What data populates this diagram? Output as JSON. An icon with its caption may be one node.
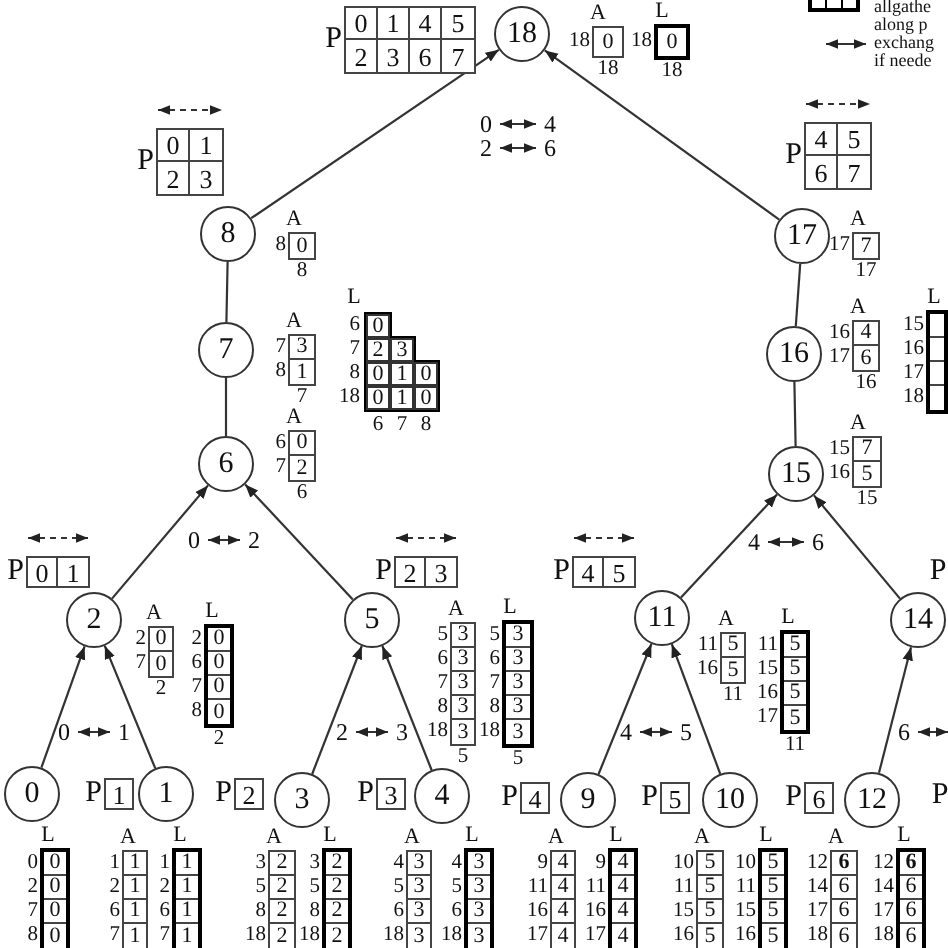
{
  "diagram": {
    "nodes": [
      {
        "text": [
          "18"
        ]
      },
      {
        "text": [
          "8"
        ]
      },
      {
        "text": [
          "17"
        ]
      },
      {
        "text": [
          "7"
        ]
      },
      {
        "text": [
          "16"
        ]
      },
      {
        "text": [
          "6"
        ]
      },
      {
        "text": [
          "15"
        ]
      },
      {
        "text": [
          "2"
        ]
      },
      {
        "text": [
          "5"
        ]
      },
      {
        "text": [
          "11"
        ]
      },
      {
        "text": [
          "14"
        ]
      },
      {
        "text": [
          "0"
        ]
      },
      {
        "text": [
          "1"
        ]
      },
      {
        "text": [
          "3"
        ]
      },
      {
        "text": [
          "4"
        ]
      },
      {
        "text": [
          "9"
        ]
      },
      {
        "text": [
          "10"
        ]
      },
      {
        "text": [
          "12"
        ]
      },
      {
        "text": [
          "0",
          "1",
          "4",
          "5",
          "2",
          "3",
          "6",
          "7"
        ],
        "beside": [
          "P"
        ]
      },
      {
        "text": [
          "0"
        ],
        "beside": [
          "A",
          "18",
          "18"
        ]
      },
      {
        "text": [
          "0"
        ],
        "beside": [
          "L",
          "18",
          "18"
        ]
      },
      {
        "text": [
          "0",
          "1",
          "2",
          "3"
        ],
        "beside": [
          "P"
        ]
      },
      {
        "text": [
          "0"
        ],
        "beside": [
          "A",
          "8",
          "8"
        ]
      },
      {
        "text": [
          "0",
          "2",
          "3",
          "0",
          "1",
          "0",
          "0",
          "1",
          "0"
        ],
        "beside": [
          "L",
          "6",
          "7",
          "8",
          "18",
          "6",
          "7",
          "8"
        ]
      },
      {
        "text": [
          "3",
          "1"
        ],
        "beside": [
          "A",
          "7",
          "8",
          "7"
        ]
      },
      {
        "text": [
          "0",
          "2"
        ],
        "beside": [
          "A",
          "6",
          "7",
          "6"
        ]
      },
      {
        "text": [
          "4",
          "5",
          "6",
          "7"
        ],
        "beside": [
          "P"
        ]
      },
      {
        "text": [
          "7"
        ],
        "beside": [
          "A",
          "17",
          "17"
        ]
      },
      {
        "text": [
          "4",
          "6"
        ],
        "beside": [
          "A",
          "16",
          "17",
          "16"
        ]
      },
      {
        "text": [],
        "shape": "box",
        "beside": [
          "L",
          "15",
          "16",
          "17",
          "18"
        ]
      },
      {
        "text": [
          "7",
          "5"
        ],
        "beside": [
          "A",
          "15",
          "16",
          "15"
        ]
      },
      {
        "text": [
          "0",
          "1"
        ],
        "beside": [
          "P"
        ]
      },
      {
        "text": [
          "2",
          "3"
        ],
        "beside": [
          "P"
        ]
      },
      {
        "text": [
          "4",
          "5"
        ],
        "beside": [
          "P"
        ]
      },
      {
        "text": [
          "0",
          "0"
        ],
        "beside": [
          "A",
          "2",
          "7",
          "2"
        ]
      },
      {
        "text": [
          "0",
          "0",
          "0",
          "0"
        ],
        "beside": [
          "L",
          "2",
          "6",
          "7",
          "8",
          "2"
        ]
      },
      {
        "text": [
          "3",
          "3",
          "3",
          "3",
          "3"
        ],
        "beside": [
          "A",
          "5",
          "6",
          "7",
          "8",
          "18",
          "5"
        ]
      },
      {
        "text": [
          "3",
          "3",
          "3",
          "3",
          "3"
        ],
        "beside": [
          "L",
          "5",
          "6",
          "7",
          "8",
          "18",
          "5"
        ]
      },
      {
        "text": [
          "5",
          "5"
        ],
        "beside": [
          "A",
          "11",
          "16",
          "11"
        ]
      },
      {
        "text": [
          "5",
          "5",
          "5",
          "5"
        ],
        "beside": [
          "L",
          "11",
          "15",
          "16",
          "17",
          "11"
        ]
      },
      {
        "text": [
          "1"
        ],
        "beside": [
          "P"
        ]
      },
      {
        "text": [
          "2"
        ],
        "beside": [
          "P"
        ]
      },
      {
        "text": [
          "3"
        ],
        "beside": [
          "P"
        ]
      },
      {
        "text": [
          "4"
        ],
        "beside": [
          "P"
        ]
      },
      {
        "text": [
          "5"
        ],
        "beside": [
          "P"
        ]
      },
      {
        "text": [
          "6"
        ],
        "beside": [
          "P"
        ]
      },
      {
        "text": [
          "0",
          "0",
          "0",
          "0"
        ],
        "beside": [
          "L",
          "0",
          "2",
          "7",
          "8"
        ]
      },
      {
        "text": [
          "1",
          "1",
          "1",
          "1"
        ],
        "beside": [
          "A",
          "1",
          "2",
          "6",
          "7"
        ]
      },
      {
        "text": [
          "1",
          "1",
          "1",
          "1"
        ],
        "beside": [
          "L",
          "1",
          "2",
          "6",
          "7"
        ]
      },
      {
        "text": [
          "2",
          "2",
          "2",
          "2"
        ],
        "beside": [
          "A",
          "3",
          "5",
          "8",
          "18"
        ]
      },
      {
        "text": [
          "2",
          "2",
          "2",
          "2"
        ],
        "beside": [
          "L",
          "3",
          "5",
          "8",
          "18"
        ]
      },
      {
        "text": [
          "3",
          "3",
          "3",
          "3"
        ],
        "beside": [
          "A",
          "4",
          "5",
          "6",
          "18"
        ]
      },
      {
        "text": [
          "3",
          "3",
          "3",
          "3"
        ],
        "beside": [
          "L",
          "4",
          "5",
          "6",
          "18"
        ]
      },
      {
        "text": [
          "4",
          "4",
          "4",
          "4"
        ],
        "beside": [
          "A",
          "9",
          "11",
          "16",
          "17"
        ]
      },
      {
        "text": [
          "4",
          "4",
          "4",
          "4"
        ],
        "beside": [
          "L",
          "9",
          "11",
          "16",
          "17"
        ]
      },
      {
        "text": [
          "5",
          "5",
          "5",
          "5"
        ],
        "beside": [
          "A",
          "10",
          "11",
          "15",
          "16"
        ]
      },
      {
        "text": [
          "5",
          "5",
          "5",
          "5"
        ],
        "beside": [
          "L",
          "10",
          "11",
          "15",
          "16"
        ]
      },
      {
        "text": [
          "6",
          "6",
          "6",
          "6"
        ],
        "beside": [
          "A",
          "12",
          "14",
          "17",
          "18"
        ]
      },
      {
        "text": [
          "6",
          "6",
          "6",
          "6"
        ],
        "beside": [
          "L",
          "12",
          "14",
          "17",
          "18"
        ]
      }
    ],
    "edges": [
      {
        "from": 1,
        "to": 0,
        "arrow": "to"
      },
      {
        "from": 2,
        "to": 0,
        "arrow": "to"
      },
      {
        "from": 1,
        "to": 3,
        "arrow": "none"
      },
      {
        "from": 3,
        "to": 5,
        "arrow": "none"
      },
      {
        "from": 2,
        "to": 4,
        "arrow": "none"
      },
      {
        "from": 4,
        "to": 6,
        "arrow": "none"
      },
      {
        "from": 7,
        "to": 5,
        "arrow": "to"
      },
      {
        "from": 8,
        "to": 5,
        "arrow": "to"
      },
      {
        "from": 9,
        "to": 6,
        "arrow": "to"
      },
      {
        "from": 10,
        "to": 6,
        "arrow": "to"
      },
      {
        "from": 11,
        "to": 7,
        "arrow": "to"
      },
      {
        "from": 12,
        "to": 7,
        "arrow": "to"
      },
      {
        "from": 13,
        "to": 8,
        "arrow": "to"
      },
      {
        "from": 14,
        "to": 8,
        "arrow": "to"
      },
      {
        "from": 15,
        "to": 9,
        "arrow": "to"
      },
      {
        "from": 16,
        "to": 9,
        "arrow": "to"
      },
      {
        "from": 17,
        "to": 10,
        "arrow": "to"
      }
    ],
    "labels": [
      "0",
      "4",
      "2",
      "6",
      "0",
      "2",
      "4",
      "6",
      "0",
      "1",
      "2",
      "3",
      "4",
      "5",
      "6",
      "P",
      "P"
    ],
    "legend": [
      {
        "text": "allgathe along p"
      },
      {
        "text": "exchang if neede"
      }
    ]
  }
}
